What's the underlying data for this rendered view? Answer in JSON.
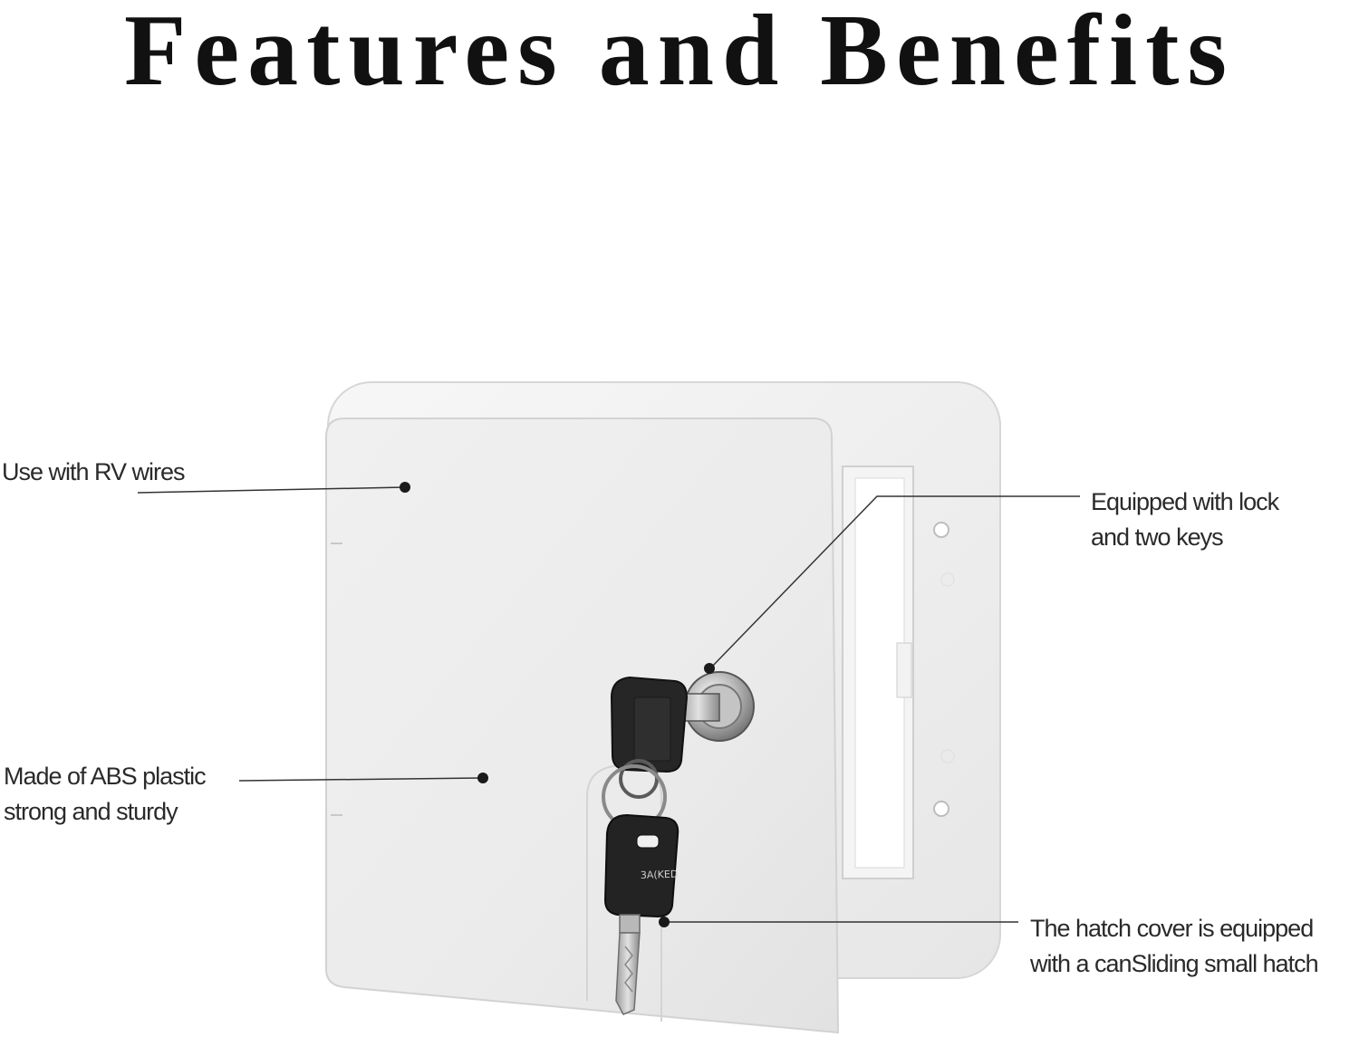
{
  "title": "Features and Benefits",
  "features": [
    {
      "lines": [
        "Use with RV wires"
      ]
    },
    {
      "lines": [
        "Made of ABS plastic",
        "strong and sturdy"
      ]
    },
    {
      "lines": [
        "Equipped with lock",
        "and two keys"
      ]
    },
    {
      "lines": [
        "The hatch cover is equipped",
        "with a canSliding small hatch"
      ]
    }
  ],
  "key_tag_text": "3A(KED"
}
